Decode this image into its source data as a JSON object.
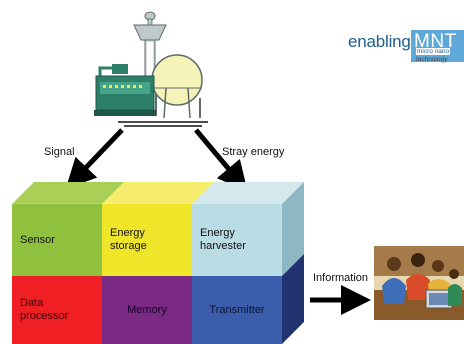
{
  "logo": {
    "word": "enabling",
    "mnt": "MNT",
    "sub1": "micro nano",
    "sub2": "technology"
  },
  "labels": {
    "signal": "Signal",
    "stray_energy": "Stray energy",
    "information": "Information"
  },
  "blocks": [
    {
      "label": "Sensor",
      "color": "#8fc13e"
    },
    {
      "label": "Energy\nstorage",
      "color": "#f0e629"
    },
    {
      "label": "Energy\nharvester",
      "color": "#b9dce5"
    },
    {
      "label": "Data\nprocessor",
      "color": "#ef1f24"
    },
    {
      "label": "Memory",
      "color": "#7a2a83"
    },
    {
      "label": "Transmitter",
      "color": "#3c5cac"
    }
  ]
}
